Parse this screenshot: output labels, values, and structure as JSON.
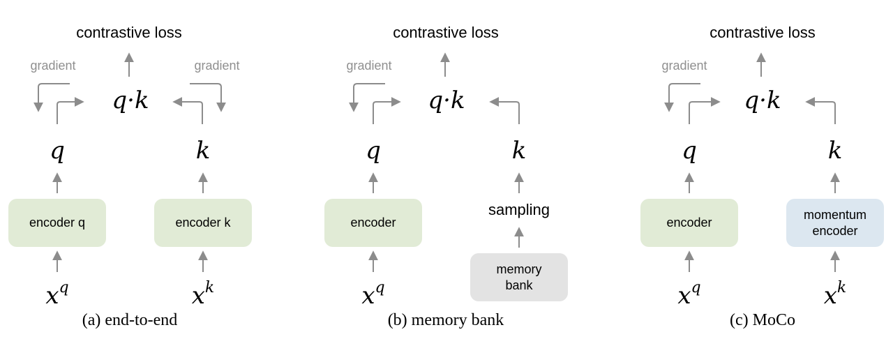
{
  "panels": [
    {
      "loss_label": "contrastive loss",
      "gradient_left": "gradient",
      "gradient_right": "gradient",
      "similarity": "q·k",
      "query_symbol": "q",
      "key_symbol": "k",
      "encoder_q_label": "encoder q",
      "encoder_k_label": "encoder k",
      "input_q_base": "x",
      "input_q_sup": "q",
      "input_k_base": "x",
      "input_k_sup": "k",
      "caption": "(a) end-to-end"
    },
    {
      "loss_label": "contrastive loss",
      "gradient_left": "gradient",
      "similarity": "q·k",
      "query_symbol": "q",
      "key_symbol": "k",
      "encoder_label": "encoder",
      "sampling_label": "sampling",
      "memory_bank_label": "memory\nbank",
      "input_q_base": "x",
      "input_q_sup": "q",
      "caption": "(b) memory bank"
    },
    {
      "loss_label": "contrastive loss",
      "gradient_left": "gradient",
      "similarity": "q·k",
      "query_symbol": "q",
      "key_symbol": "k",
      "encoder_label": "encoder",
      "momentum_encoder_label": "momentum\nencoder",
      "input_q_base": "x",
      "input_q_sup": "q",
      "input_k_base": "x",
      "input_k_sup": "k",
      "caption": "(c) MoCo"
    }
  ],
  "colors": {
    "arrow": "#8c8c8c",
    "encoder_fill": "#e1ebd6",
    "momentum_fill": "#dce7f0",
    "memory_fill": "#e3e3e3",
    "gradient_text": "#8f8f8f"
  }
}
